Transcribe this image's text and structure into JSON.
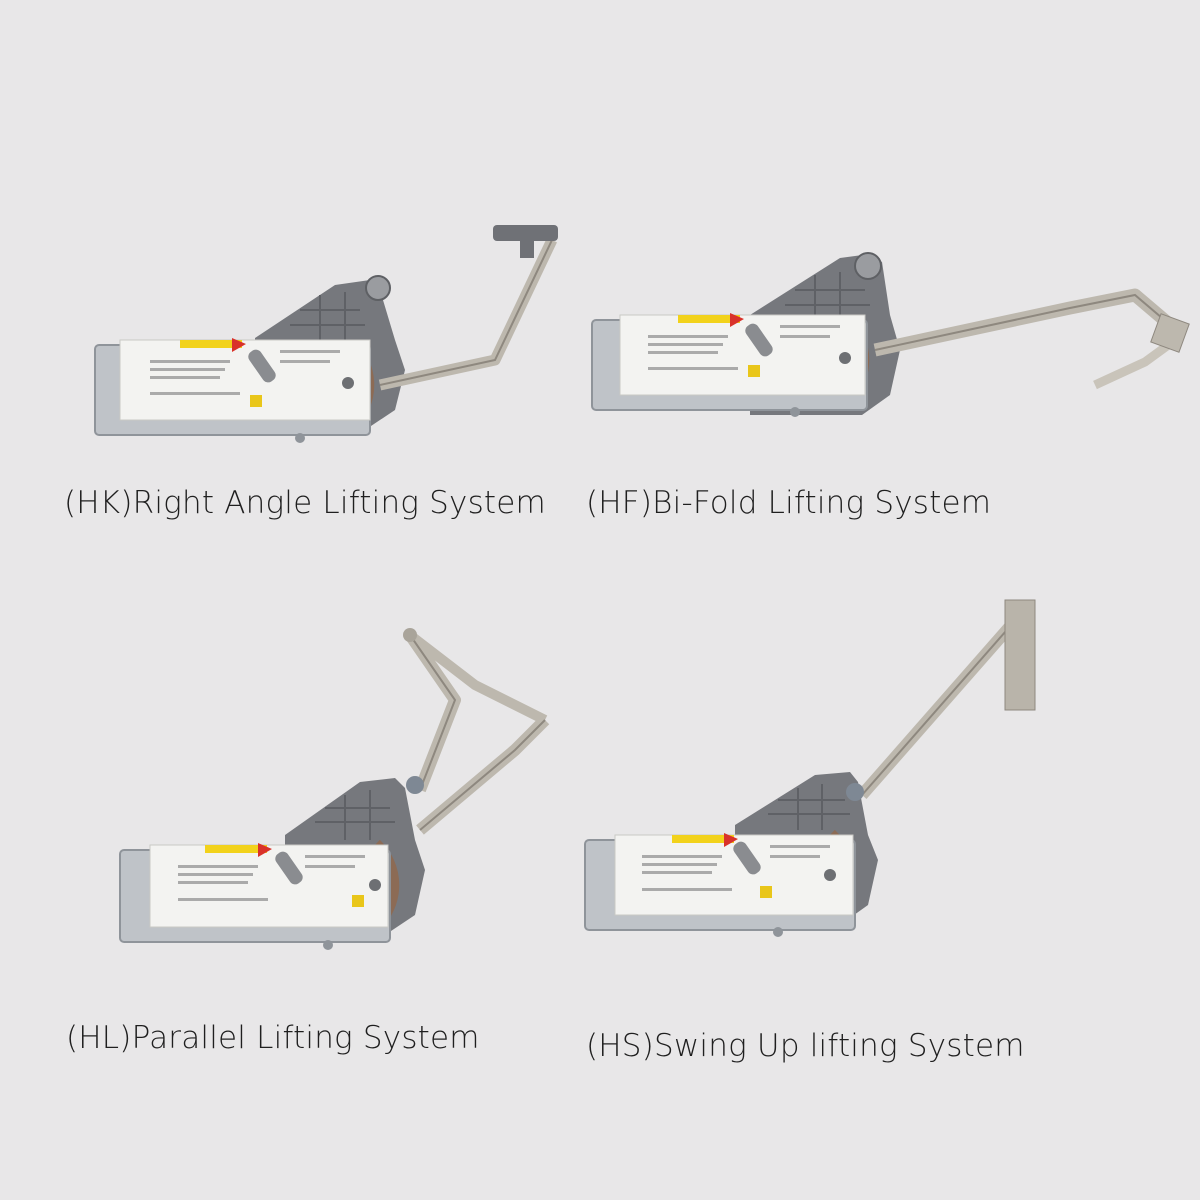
{
  "colors": {
    "background": "#e8e7e8",
    "housing_plate": "#bfc3c8",
    "housing_dark": "#76787d",
    "label_white": "#f3f3f1",
    "label_yellow": "#f2d21b",
    "label_red": "#d9322a",
    "arm_steel": "#bdb8ae",
    "caption_text": "#1f1f1f"
  },
  "products": [
    {
      "code": "HK",
      "caption": "(HK)Right Angle Lifting System"
    },
    {
      "code": "HF",
      "caption": "(HF)Bi-Fold Lifting System"
    },
    {
      "code": "HL",
      "caption": "(HL)Parallel Lifting System"
    },
    {
      "code": "HS",
      "caption": "(HS)Swing Up lifting System"
    }
  ]
}
